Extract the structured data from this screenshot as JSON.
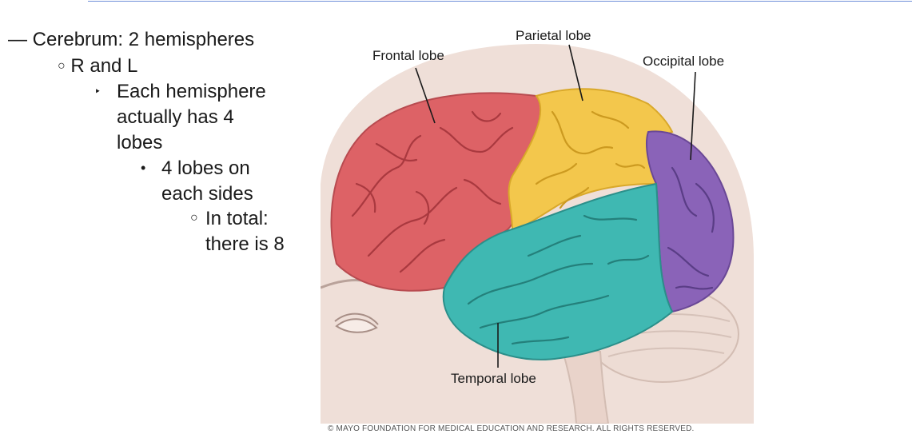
{
  "outline": {
    "l1": {
      "marker": "—",
      "text": "Cerebrum: 2 hemispheres"
    },
    "l2": {
      "marker": "○",
      "text": "R and L"
    },
    "l3": {
      "marker": "‣",
      "lines": [
        "Each hemisphere",
        "actually has 4",
        "lobes"
      ]
    },
    "l4": {
      "marker": "•",
      "lines": [
        "4 lobes on",
        "each sides"
      ]
    },
    "l5": {
      "marker": "○",
      "lines": [
        "In total:",
        "there is 8"
      ]
    }
  },
  "figure": {
    "labels": {
      "frontal": "Frontal lobe",
      "parietal": "Parietal lobe",
      "occipital": "Occipital lobe",
      "temporal": "Temporal lobe"
    },
    "colors": {
      "frontal": "#dd6266",
      "parietal": "#f3c74c",
      "occipital": "#8a63b8",
      "temporal": "#3fb8b2",
      "skin": "#efdfd8",
      "cerebellum": "#eddcd4"
    },
    "credit": "© MAYO FOUNDATION FOR MEDICAL EDUCATION AND RESEARCH. ALL RIGHTS RESERVED."
  }
}
